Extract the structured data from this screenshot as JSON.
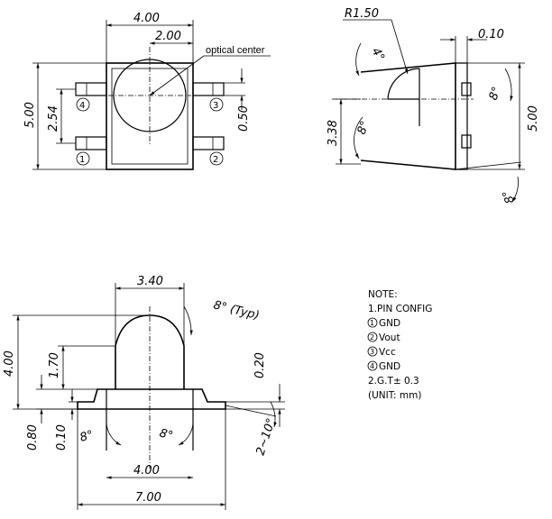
{
  "top_view": {
    "dim_width": "4.00",
    "dim_center": "2.00",
    "dim_height": "5.00",
    "dim_pitch": "2.54",
    "dim_pad": "0.50",
    "optical_center_label": "optical center",
    "pins": [
      "4",
      "3",
      "1",
      "2"
    ]
  },
  "side_view": {
    "dim_radius": "R1.50",
    "dim_offset": "0.10",
    "dim_height_left": "3.38",
    "dim_height_right": "5.00",
    "angles": [
      "4°",
      "8°",
      "8°",
      "8°"
    ]
  },
  "front_view": {
    "dim_top": "3.40",
    "dim_total_h": "4.00",
    "dim_lens_h": "1.70",
    "dim_lead_t": "0.20",
    "dim_base_h": "0.80",
    "dim_lead_h": "0.10",
    "dim_body_w": "4.00",
    "dim_total_w": "7.00",
    "angle_typ": "8° (Typ)",
    "angle_left": "8°",
    "angle_right": "8°",
    "angle_lead": "2~10°"
  },
  "notes": {
    "title": "NOTE:",
    "line1": "1.PIN CONFIG",
    "pin1": "GND",
    "pin2": "Vout",
    "pin3": "Vcc",
    "pin4": "GND",
    "line2": "2.G.T± 0.3",
    "line3": "(UNIT: mm)",
    "pin_numbers": [
      "1",
      "2",
      "3",
      "4"
    ]
  }
}
